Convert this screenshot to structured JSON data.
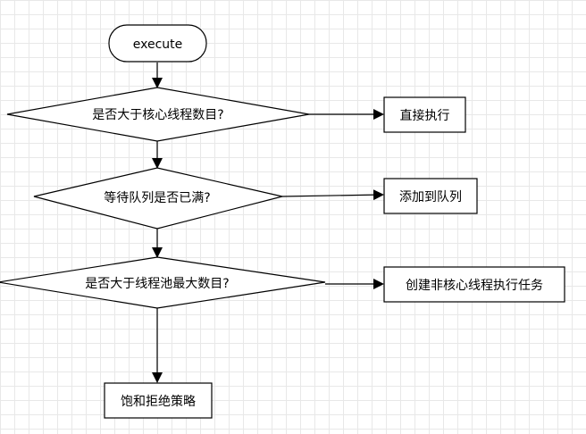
{
  "diagram": {
    "start": {
      "label": "execute"
    },
    "decisions": [
      {
        "label": "是否大于核心线程数目?"
      },
      {
        "label": "等待队列是否已满?"
      },
      {
        "label": "是否大于线程池最大数目?"
      }
    ],
    "actions": [
      {
        "label": "直接执行"
      },
      {
        "label": "添加到队列"
      },
      {
        "label": "创建非核心线程执行任务"
      },
      {
        "label": "饱和拒绝策略"
      }
    ]
  }
}
